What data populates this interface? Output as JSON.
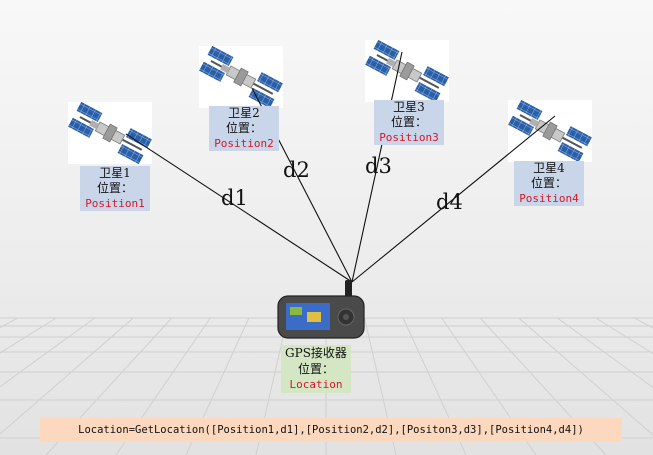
{
  "satellites": [
    {
      "name": "卫星1",
      "pos_label": "位置：",
      "position": "Position1"
    },
    {
      "name": "卫星2",
      "pos_label": "位置：",
      "position": "Position2"
    },
    {
      "name": "卫星3",
      "pos_label": "位置：",
      "position": "Position3"
    },
    {
      "name": "卫星4",
      "pos_label": "位置：",
      "position": "Position4"
    }
  ],
  "distances": [
    "d1",
    "d2",
    "d3",
    "d4"
  ],
  "receiver": {
    "name": "GPS接收器",
    "pos_label": "位置：",
    "location": "Location"
  },
  "formula": "Location=GetLocation([Position1,d1],[Position2,d2],[Positon3,d3],[Position4,d4])",
  "colors": {
    "position_text": "#d4182a",
    "satellite_label_bg": "#c9d6ea",
    "receiver_label_bg": "#d4e6c3",
    "formula_bg": "#fcd9be",
    "solar_panel": "#2a5fa8"
  }
}
